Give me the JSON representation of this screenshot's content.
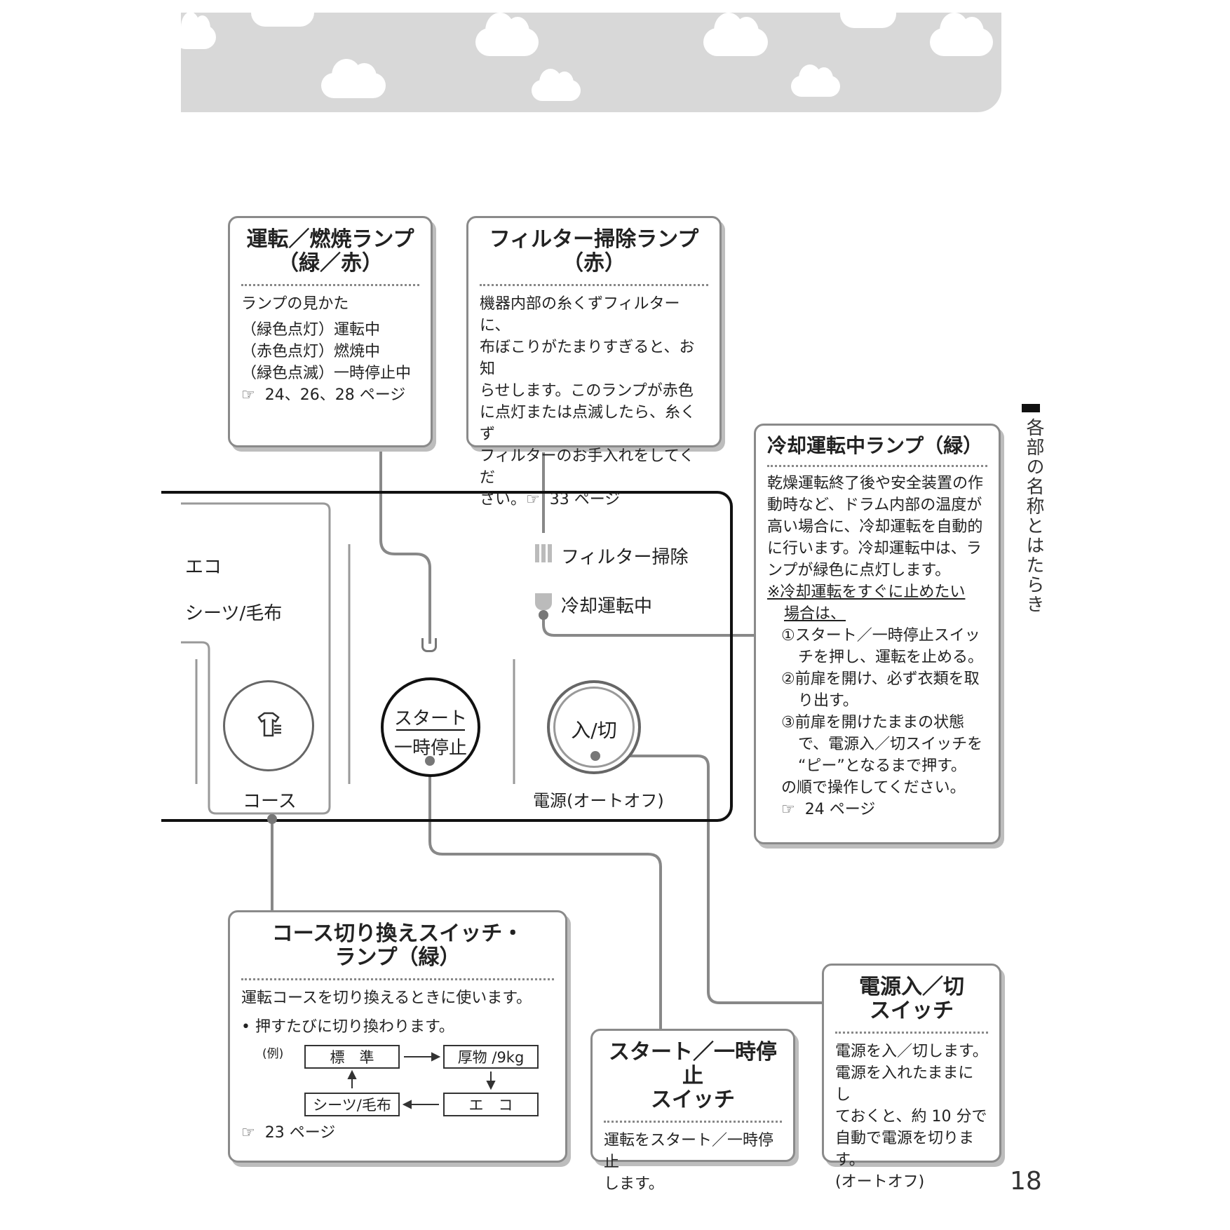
{
  "callout_run": {
    "title1": "運転／燃焼ランプ",
    "title2": "（緑／赤）",
    "lines": [
      "ランプの見かた",
      "（緑色点灯）運転中",
      "（赤色点灯）燃焼中",
      "（緑色点滅）一時停止中"
    ],
    "ref": "24、26、28 ページ"
  },
  "callout_filter": {
    "title1": "フィルター掃除ランプ",
    "title2": "（赤）",
    "lines": [
      "機器内部の糸くずフィルターに、",
      "布ぼこりがたまりすぎると、お知",
      "らせします。このランプが赤色",
      "に点灯または点滅したら、糸くず",
      "フィルターのお手入れをしてくだ"
    ],
    "last": "さい。",
    "ref": "33 ページ"
  },
  "callout_cool": {
    "title": "冷却運転中ランプ（緑）",
    "lines": [
      "乾燥運転終了後や安全装置の作",
      "動時など、ドラム内部の温度が",
      "高い場合に、冷却運転を自動的",
      "に行います。冷却運転中は、ラ",
      "ンプが緑色に点灯します。"
    ],
    "note1": "※冷却運転をすぐに止めたい",
    "note2": "場合は、",
    "steps": [
      "①スタート／一時停止スイッ",
      "チを押し、運転を止める。",
      "②前扉を開け、必ず衣類を取",
      "り出す。",
      "③前扉を開けたままの状態",
      "で、電源入／切スイッチを",
      "“ピー”となるまで押す。"
    ],
    "tail": "の順で操作してください。",
    "ref": "24 ページ"
  },
  "callout_course": {
    "title1": "コース切り換えスイッチ・",
    "title2": "ランプ（緑）",
    "line1": "運転コースを切り換えるときに使います。",
    "line2": "•  押すたびに切り換わります。",
    "example_label": "(例)",
    "box_standard": "標　準",
    "box_heavy": "厚物 /9kg",
    "box_eco": "エ　コ",
    "box_sheets": "シーツ/毛布",
    "ref": "23 ページ"
  },
  "callout_start": {
    "title1": "スタート／一時停止",
    "title2": "スイッチ",
    "lines": [
      "運転をスタート／一時停止",
      "します。"
    ]
  },
  "callout_power": {
    "title1": "電源入／切",
    "title2": "スイッチ",
    "lines": [
      "電源を入／切します。",
      "電源を入れたままにし",
      "ておくと、約 10 分で",
      "自動で電源を切ります。",
      "(オートオフ)"
    ]
  },
  "panel": {
    "eco": "エコ",
    "sheets": "シーツ/毛布",
    "course": "コース",
    "start_top": "スタート",
    "start_bottom": "一時停止",
    "power_button": "入/切",
    "power_label": "電源(オートオフ)",
    "filter_label": "フィルター掃除",
    "cool_label": "冷却運転中"
  },
  "side_label": "各部の名称とはたらき",
  "page_number": "18"
}
